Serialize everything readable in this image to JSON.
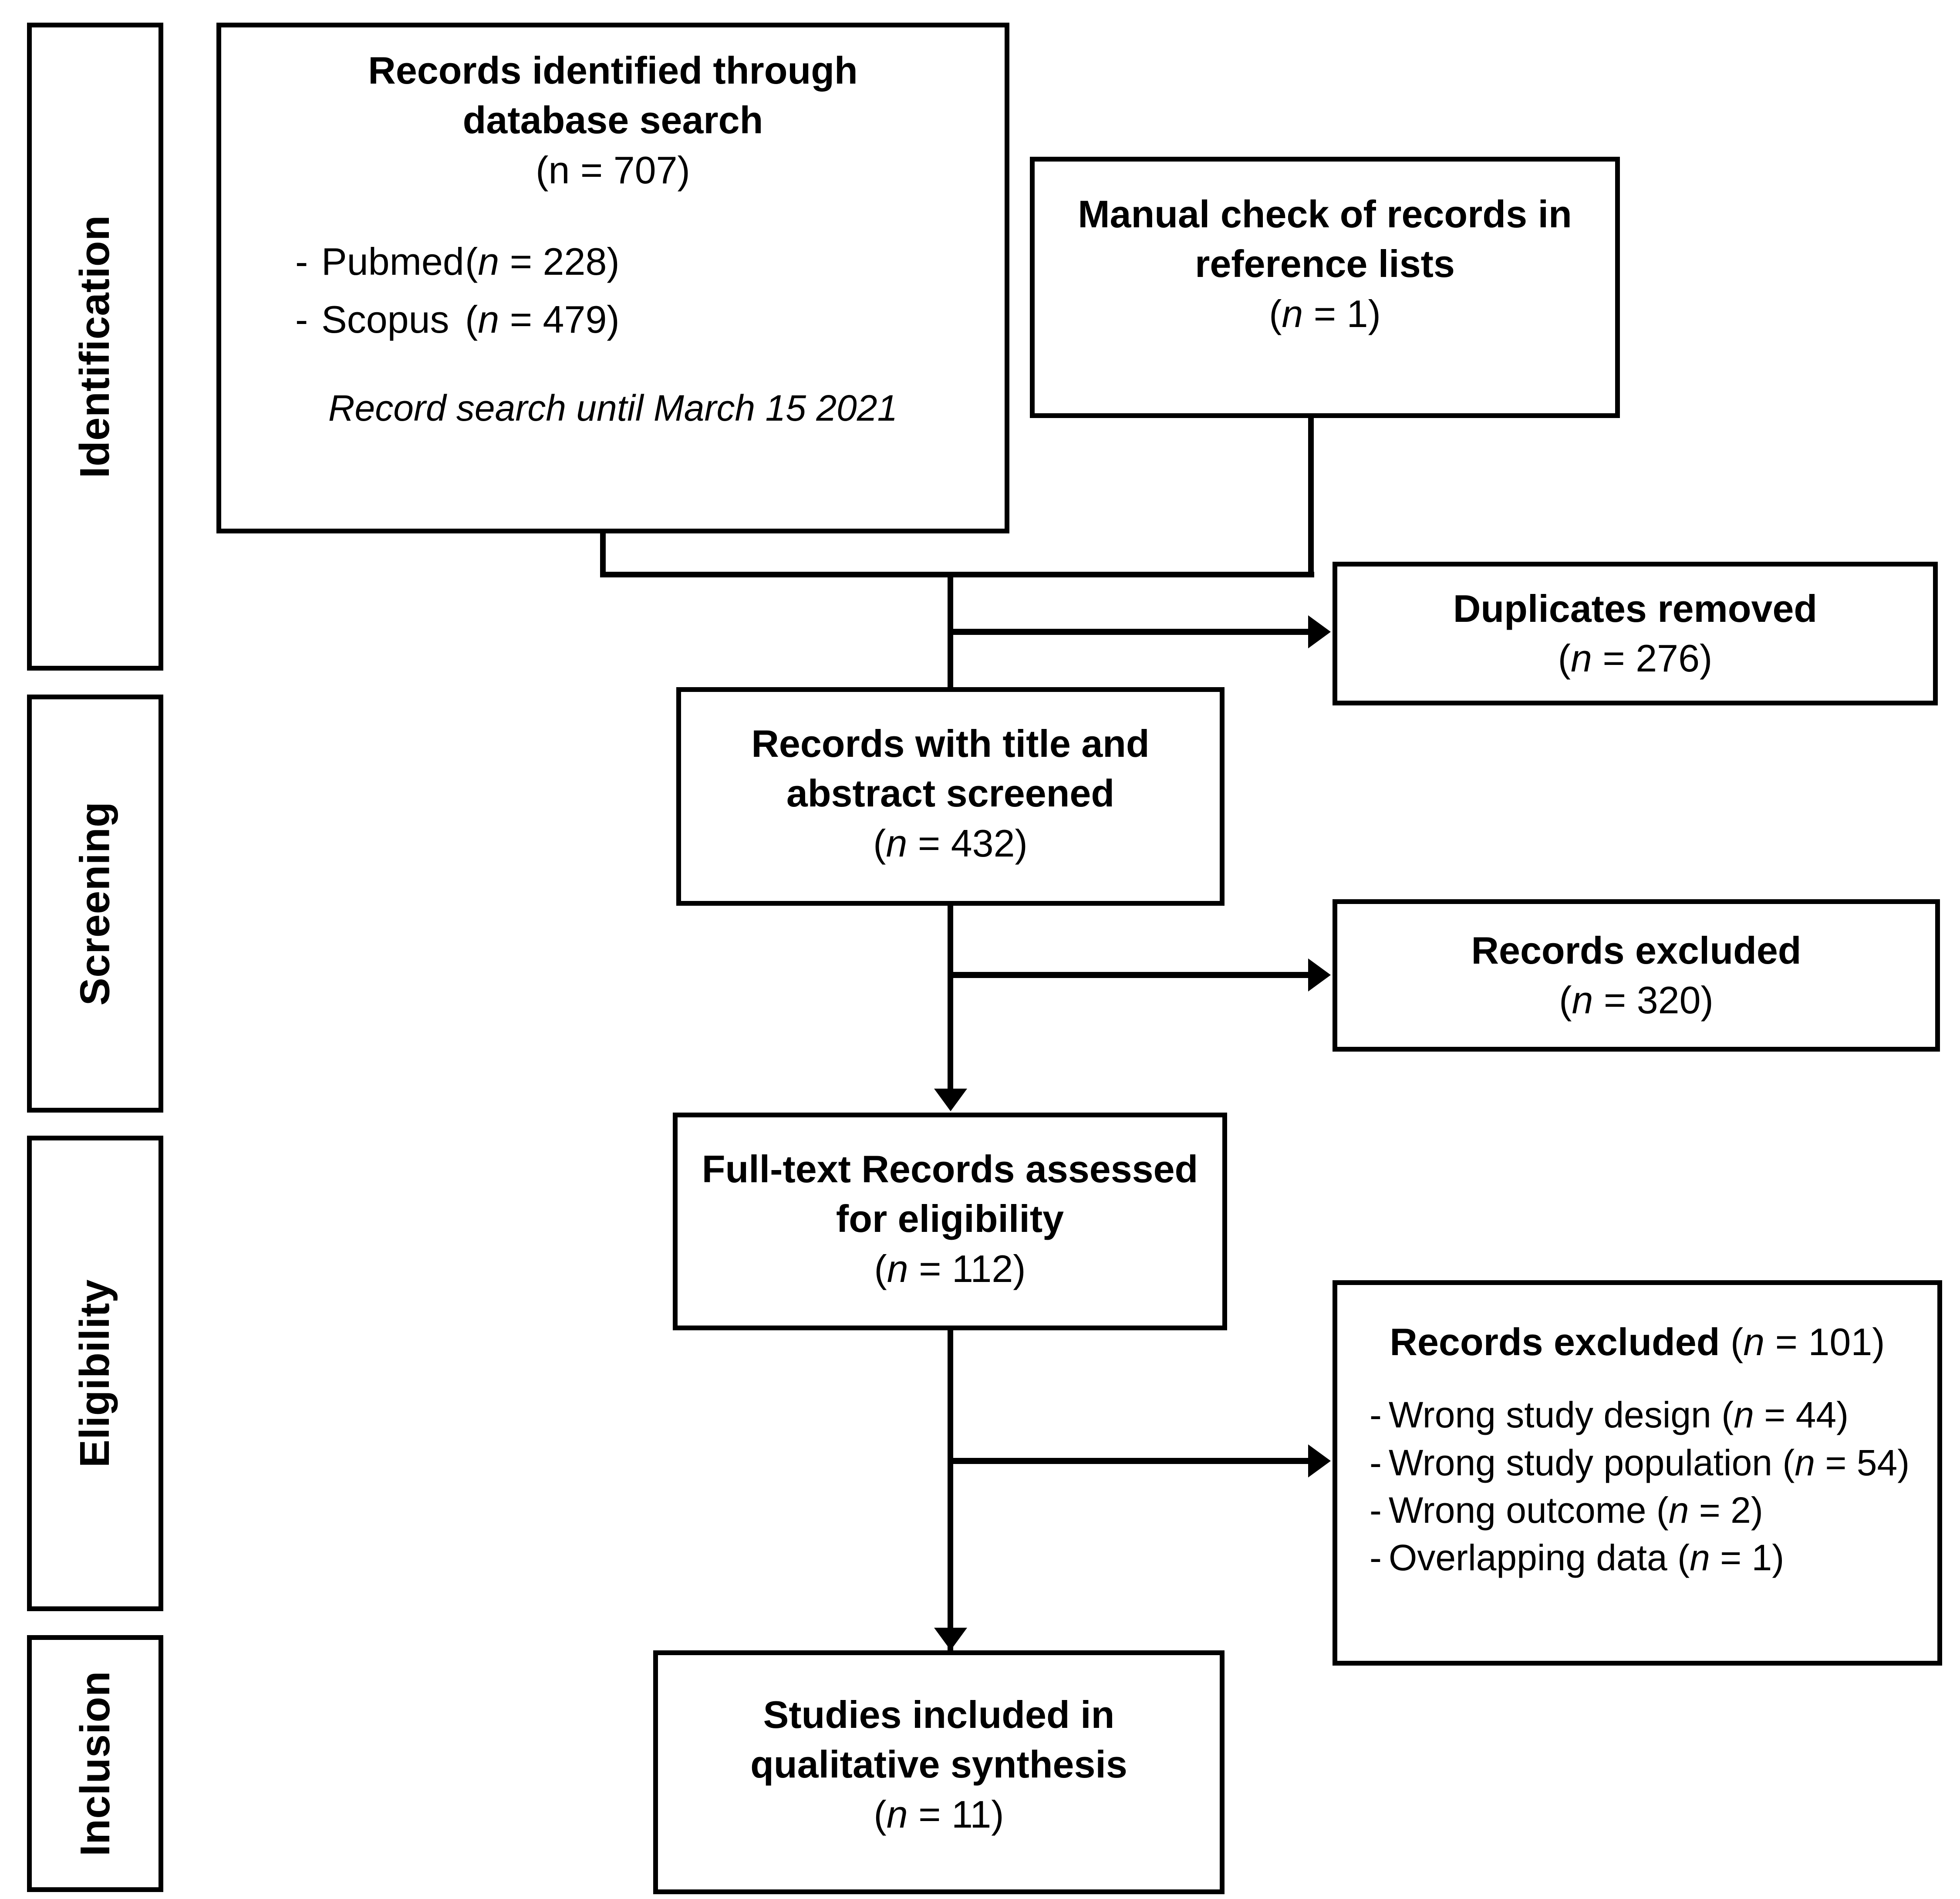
{
  "diagram": {
    "type": "PRISMA flow diagram",
    "stages": [
      {
        "id": "identification",
        "label": "Identification"
      },
      {
        "id": "screening",
        "label": "Screening"
      },
      {
        "id": "eligibility",
        "label": "Eligibility"
      },
      {
        "id": "inclusion",
        "label": "Inclusion"
      }
    ],
    "boxes": {
      "database_search": {
        "title_line1": "Records identified through",
        "title_line2": "database search",
        "count": "(n = 707)",
        "sources": [
          {
            "dash": "-",
            "name": "Pubmed",
            "n_label": "(",
            "n_italic": "n",
            "n_value": " = 228)"
          },
          {
            "dash": "-",
            "name": "Scopus",
            "n_label": "(",
            "n_italic": "n",
            "n_value": " = 479)"
          }
        ],
        "note": "Record search until March  15 2021"
      },
      "manual_check": {
        "title_line1": "Manual check of records in",
        "title_line2": "reference lists",
        "count_open": "(",
        "count_italic": "n",
        "count_rest": " = 1)"
      },
      "duplicates_removed": {
        "title": "Duplicates removed",
        "count_open": "(",
        "count_italic": "n",
        "count_rest": " = 276)"
      },
      "title_abstract_screened": {
        "title_line1": "Records with title and",
        "title_line2": "abstract screened",
        "count_open": "(",
        "count_italic": "n",
        "count_rest": " = 432)"
      },
      "records_excluded_screening": {
        "title": "Records excluded",
        "count_open": "(",
        "count_italic": "n",
        "count_rest": " = 320)"
      },
      "fulltext_assessed": {
        "title_line1": "Full-text Records assessed",
        "title_line2": "for eligibility",
        "count_open": "(",
        "count_italic": "n",
        "count_rest": " = 112)"
      },
      "records_excluded_eligibility": {
        "title": "Records excluded ",
        "title_count_open": "(",
        "title_count_italic": "n",
        "title_count_rest": " = 101)",
        "reasons": [
          {
            "dash": "-",
            "text": "Wrong study design (",
            "italic": "n",
            "rest": " = 44)"
          },
          {
            "dash": "-",
            "text": "Wrong study population (",
            "italic": "n",
            "rest": " = 54)"
          },
          {
            "dash": "-",
            "text": "Wrong outcome (",
            "italic": "n",
            "rest": " = 2)"
          },
          {
            "dash": "-",
            "text": "Overlapping data (",
            "italic": "n",
            "rest": " = 1)"
          }
        ]
      },
      "studies_included": {
        "title_line1": "Studies included in",
        "title_line2": "qualitative synthesis",
        "count_open": "(",
        "count_italic": "n",
        "count_rest": " = 11)"
      }
    },
    "colors": {
      "line": "#000000",
      "background": "#ffffff",
      "text": "#000000"
    }
  }
}
